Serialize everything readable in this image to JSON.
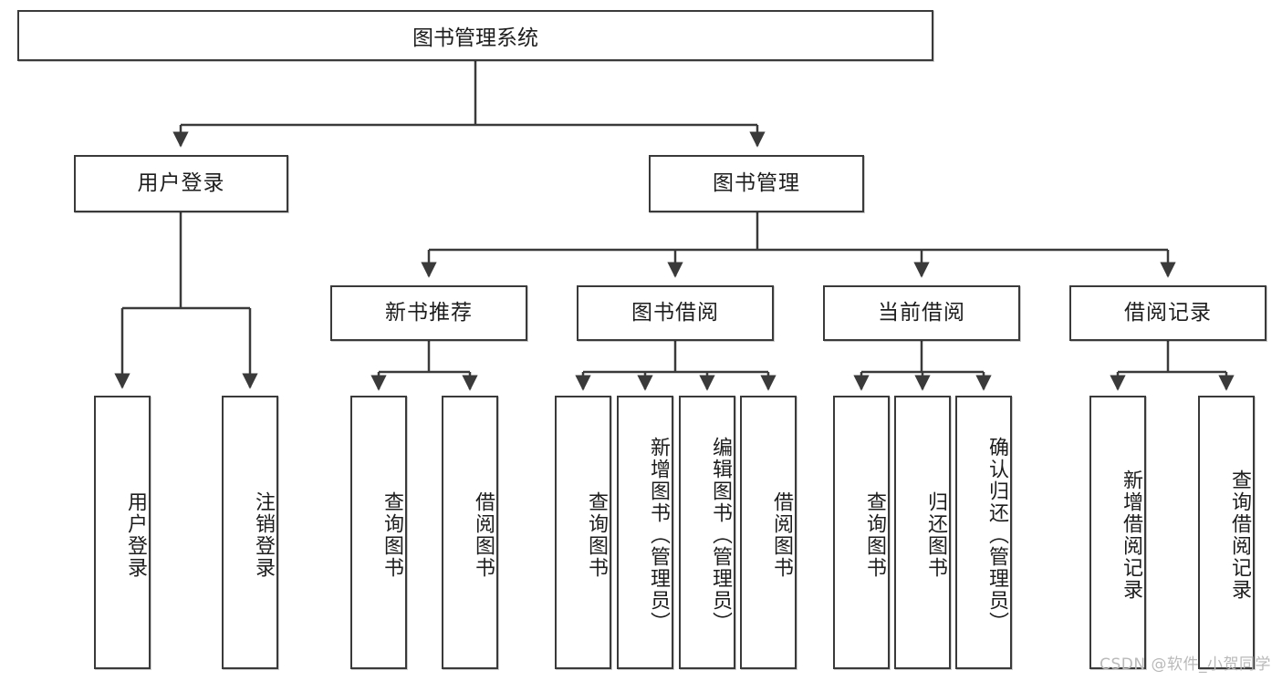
{
  "diagram": {
    "title": "图书管理系统",
    "type": "hierarchy-tree",
    "watermark": "CSDN @软件_小贺同学",
    "colors": {
      "box_border": "#3a3a3a",
      "box_fill": "#ffffff",
      "text": "#1d1d1d",
      "link": "#3a3a3a",
      "watermark": "#b9b9b9"
    },
    "nodes": {
      "root": {
        "label": "图书管理系统"
      },
      "level2": [
        {
          "id": "user-login",
          "label": "用户登录"
        },
        {
          "id": "book-management",
          "label": "图书管理"
        }
      ],
      "level3": [
        {
          "id": "new-book-recommend",
          "label": "新书推荐"
        },
        {
          "id": "book-borrow",
          "label": "图书借阅"
        },
        {
          "id": "current-borrow",
          "label": "当前借阅"
        },
        {
          "id": "borrow-record",
          "label": "借阅记录"
        }
      ],
      "leaves": {
        "user_login": [
          {
            "id": "leaf-user-login",
            "label": "用户登录"
          },
          {
            "id": "leaf-logout-login",
            "label": "注销登录"
          }
        ],
        "new_book_recommend": [
          {
            "id": "leaf-query-book-1",
            "label": "查询图书"
          },
          {
            "id": "leaf-borrow-book-1",
            "label": "借阅图书"
          }
        ],
        "book_borrow": [
          {
            "id": "leaf-query-book-2",
            "label": "查询图书"
          },
          {
            "id": "leaf-add-book",
            "label": "新增图书（管理员）"
          },
          {
            "id": "leaf-edit-book",
            "label": "编辑图书（管理员）"
          },
          {
            "id": "leaf-borrow-book-2",
            "label": "借阅图书"
          }
        ],
        "current_borrow": [
          {
            "id": "leaf-query-book-3",
            "label": "查询图书"
          },
          {
            "id": "leaf-return-book",
            "label": "归还图书"
          },
          {
            "id": "leaf-confirm-return",
            "label": "确认归还（管理员）"
          }
        ],
        "borrow_record": [
          {
            "id": "leaf-add-record",
            "label": "新增借阅记录"
          },
          {
            "id": "leaf-query-record",
            "label": "查询借阅记录"
          }
        ]
      }
    }
  }
}
